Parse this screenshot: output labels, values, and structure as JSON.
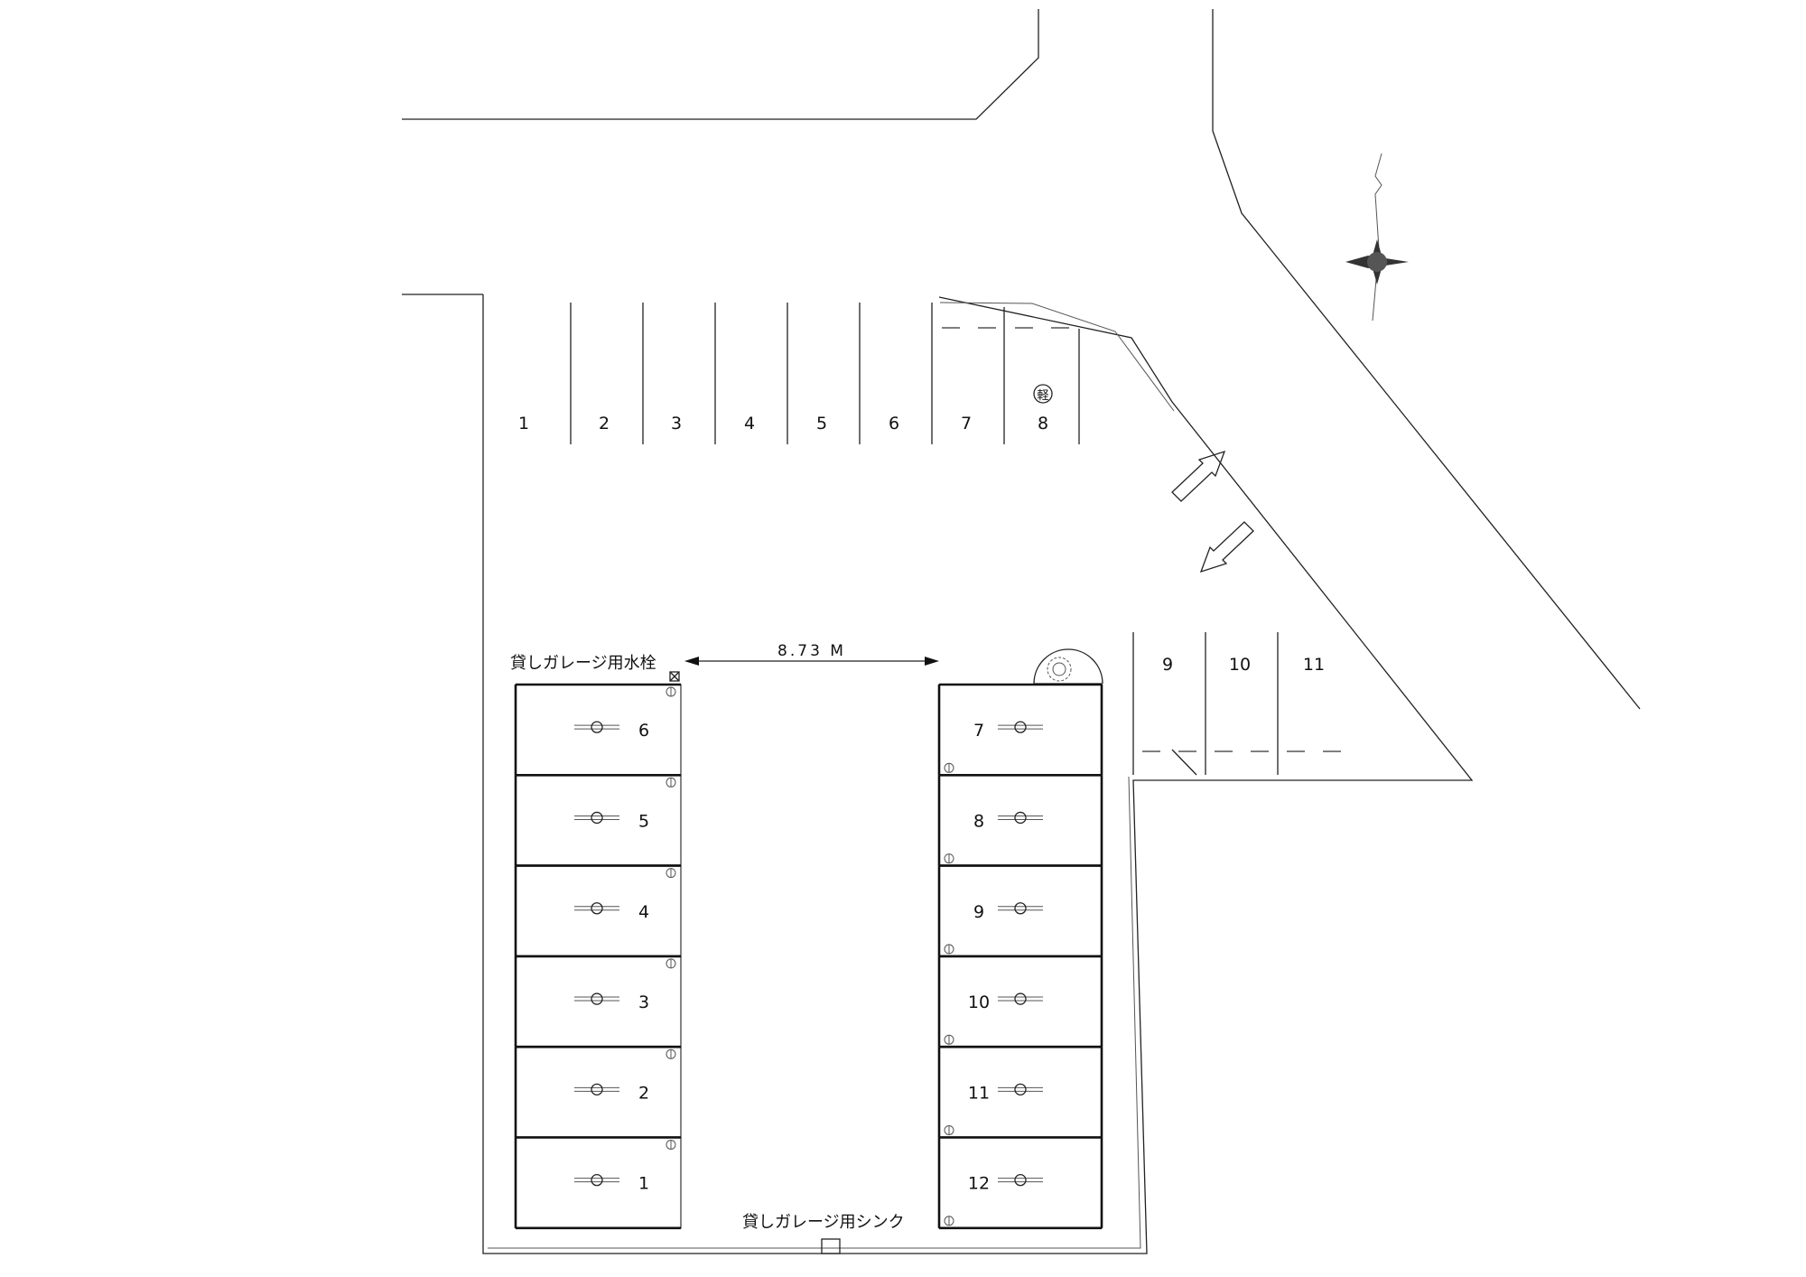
{
  "dimension_label": "8.73 M",
  "labels": {
    "faucet": "貸しガレージ用水栓",
    "sink": "貸しガレージ用シンク",
    "kei_mark": "軽"
  },
  "parking_top": [
    "1",
    "2",
    "3",
    "4",
    "5",
    "6",
    "7",
    "8"
  ],
  "parking_right": [
    "9",
    "10",
    "11"
  ],
  "garages_left": [
    "6",
    "5",
    "4",
    "3",
    "2",
    "1"
  ],
  "garages_right": [
    "7",
    "8",
    "9",
    "10",
    "11",
    "12"
  ],
  "icons": {
    "north": "compass-star-icon",
    "arrows": "traffic-direction-arrows",
    "tree": "tree-icon",
    "faucet": "water-tap-icon",
    "sink": "sink-icon"
  },
  "colors": {
    "line": "#222222",
    "background": "#ffffff"
  }
}
